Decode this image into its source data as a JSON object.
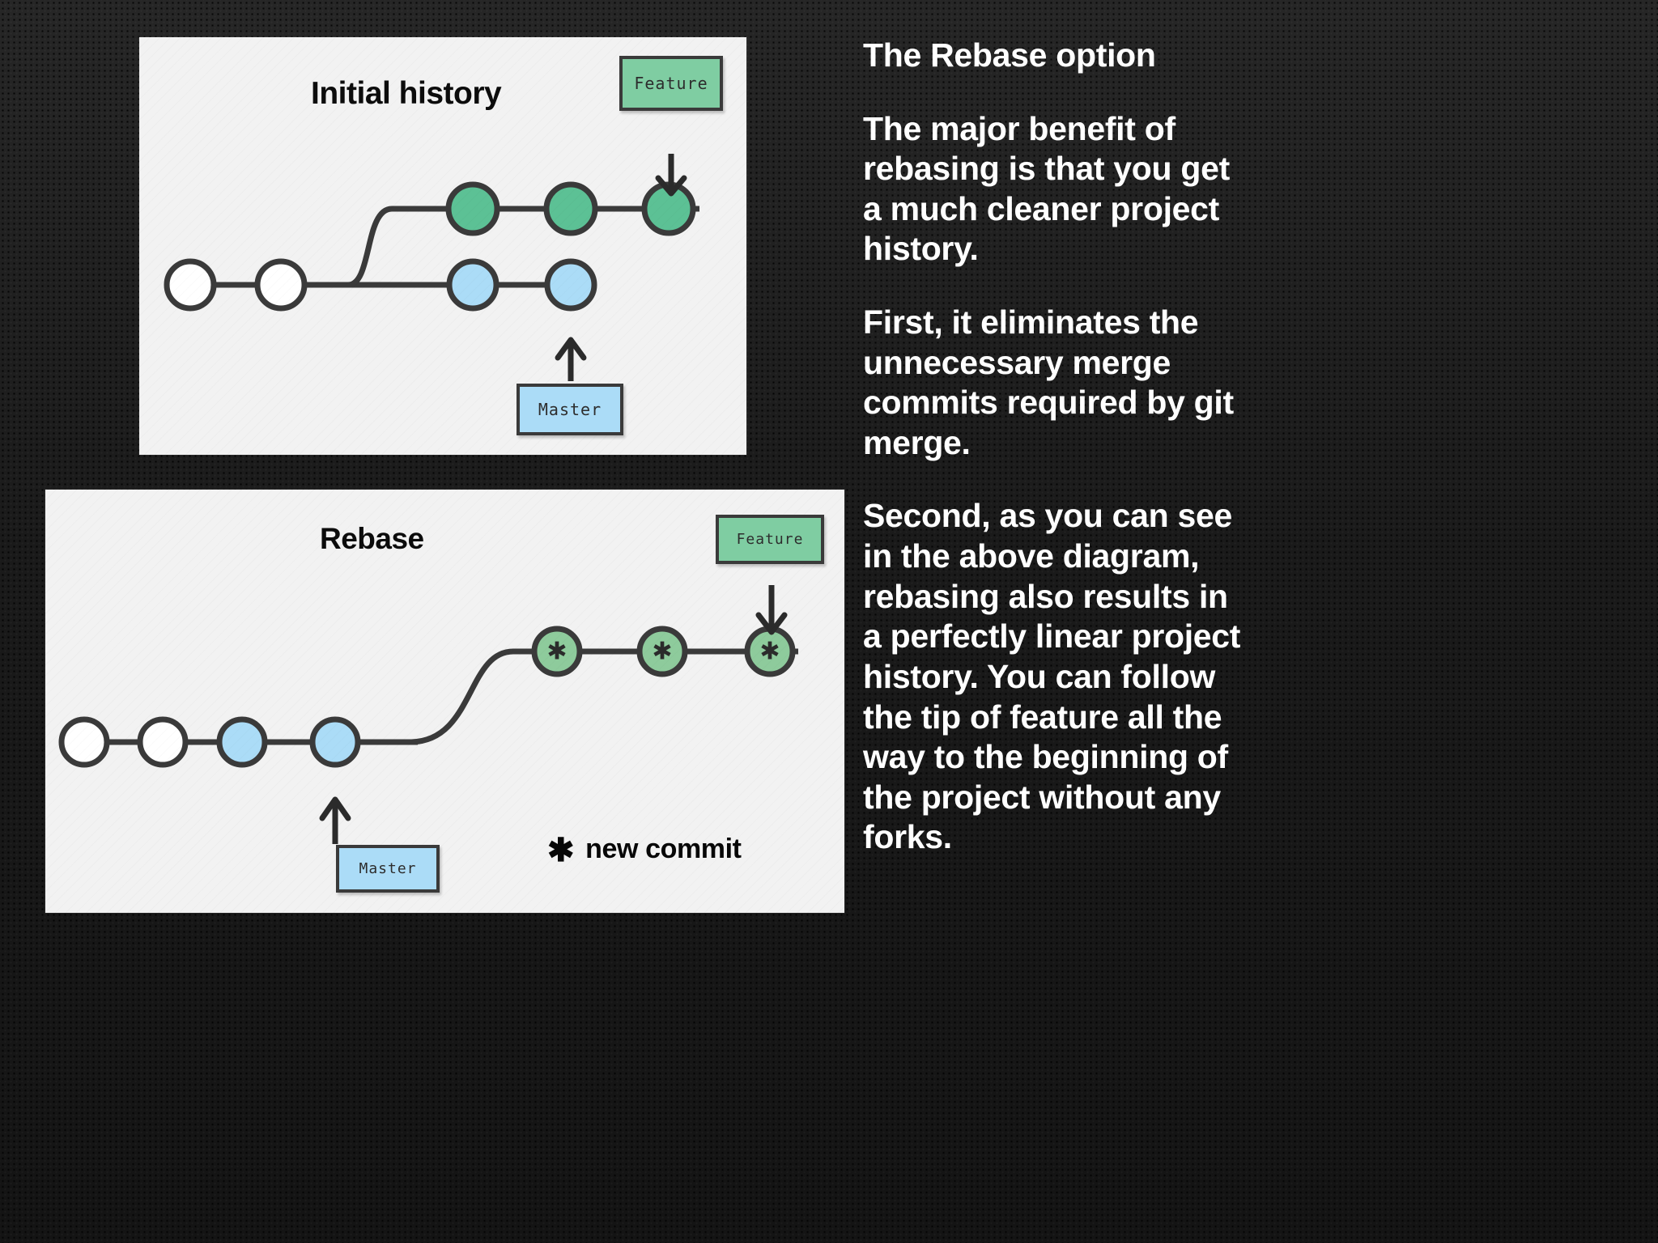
{
  "slide": {
    "background_color": "#1c1c1c",
    "text_color": "#ffffff"
  },
  "colors": {
    "panel_background": "#f2f2f2",
    "feature_green_top": "#5cc195",
    "feature_green_bottom": "#8ecb9c",
    "feature_box_green": "#7fcda2",
    "master_blue": "#abdcf7",
    "node_stroke": "#3a3a3a",
    "white_node": "#ffffff"
  },
  "panel_top": {
    "title": "Initial history",
    "feature_box_label": "Feature",
    "master_box_label": "Master",
    "nodes": [
      {
        "id": "c1",
        "color": "white",
        "branch": "base",
        "label": ""
      },
      {
        "id": "c2",
        "color": "white",
        "branch": "base",
        "label": ""
      },
      {
        "id": "m1",
        "color": "blue",
        "branch": "master",
        "label": ""
      },
      {
        "id": "m2",
        "color": "blue",
        "branch": "master",
        "label": ""
      },
      {
        "id": "f1",
        "color": "green",
        "branch": "feature",
        "label": ""
      },
      {
        "id": "f2",
        "color": "green",
        "branch": "feature",
        "label": ""
      },
      {
        "id": "f3",
        "color": "green",
        "branch": "feature",
        "label": ""
      }
    ]
  },
  "panel_bottom": {
    "title": "Rebase",
    "feature_box_label": "Feature",
    "master_box_label": "Master",
    "legend": {
      "symbol": "✱",
      "text": "new commit"
    },
    "nodes": [
      {
        "id": "c1",
        "color": "white",
        "branch": "base",
        "label": ""
      },
      {
        "id": "c2",
        "color": "white",
        "branch": "base",
        "label": ""
      },
      {
        "id": "m1",
        "color": "blue",
        "branch": "master",
        "label": ""
      },
      {
        "id": "m2",
        "color": "blue",
        "branch": "master",
        "label": ""
      },
      {
        "id": "f1",
        "color": "green",
        "branch": "feature",
        "label": "✱"
      },
      {
        "id": "f2",
        "color": "green",
        "branch": "feature",
        "label": "✱"
      },
      {
        "id": "f3",
        "color": "green",
        "branch": "feature",
        "label": "✱"
      }
    ]
  },
  "body": {
    "heading": "The Rebase option",
    "paragraphs": [
      "The major benefit of rebasing is that you get a much cleaner project history.",
      "First, it eliminates the unnecessary merge commits required by git merge.",
      "Second, as you can see in the above diagram, rebasing also results in a perfectly linear project history. You can follow the tip of feature all the way to the beginning of the project without any forks."
    ]
  }
}
